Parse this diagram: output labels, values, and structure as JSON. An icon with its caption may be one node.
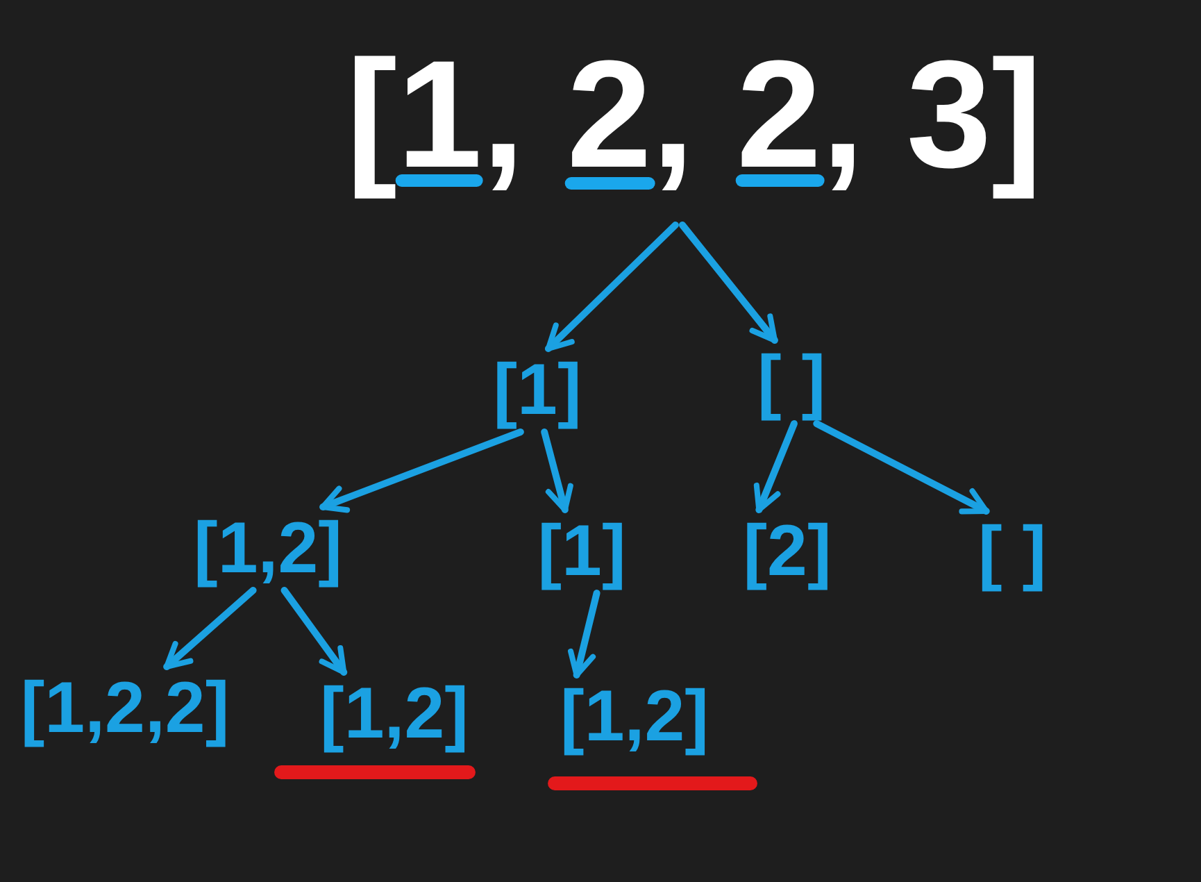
{
  "diagram": {
    "nodes": [
      {
        "text": [
          "[1, 2, 2, 3]"
        ]
      },
      {
        "text": [
          "[1]"
        ]
      },
      {
        "text": [
          "[ ]"
        ]
      },
      {
        "text": [
          "[1,2]"
        ]
      },
      {
        "text": [
          "[1]"
        ]
      },
      {
        "text": [
          "[2]"
        ]
      },
      {
        "text": [
          "[ ]"
        ]
      },
      {
        "text": [
          "[1,2,2]"
        ]
      },
      {
        "text": [
          "[1,2]"
        ]
      },
      {
        "text": [
          "[1,2]"
        ]
      }
    ],
    "edges": [
      {
        "from": 0,
        "to": 1,
        "arrow": "to"
      },
      {
        "from": 0,
        "to": 2,
        "arrow": "to"
      },
      {
        "from": 1,
        "to": 3,
        "arrow": "to"
      },
      {
        "from": 1,
        "to": 4,
        "arrow": "to"
      },
      {
        "from": 2,
        "to": 5,
        "arrow": "to"
      },
      {
        "from": 2,
        "to": 6,
        "arrow": "to"
      },
      {
        "from": 3,
        "to": 7,
        "arrow": "to"
      },
      {
        "from": 3,
        "to": 8,
        "arrow": "to"
      },
      {
        "from": 4,
        "to": 9,
        "arrow": "to"
      }
    ]
  }
}
